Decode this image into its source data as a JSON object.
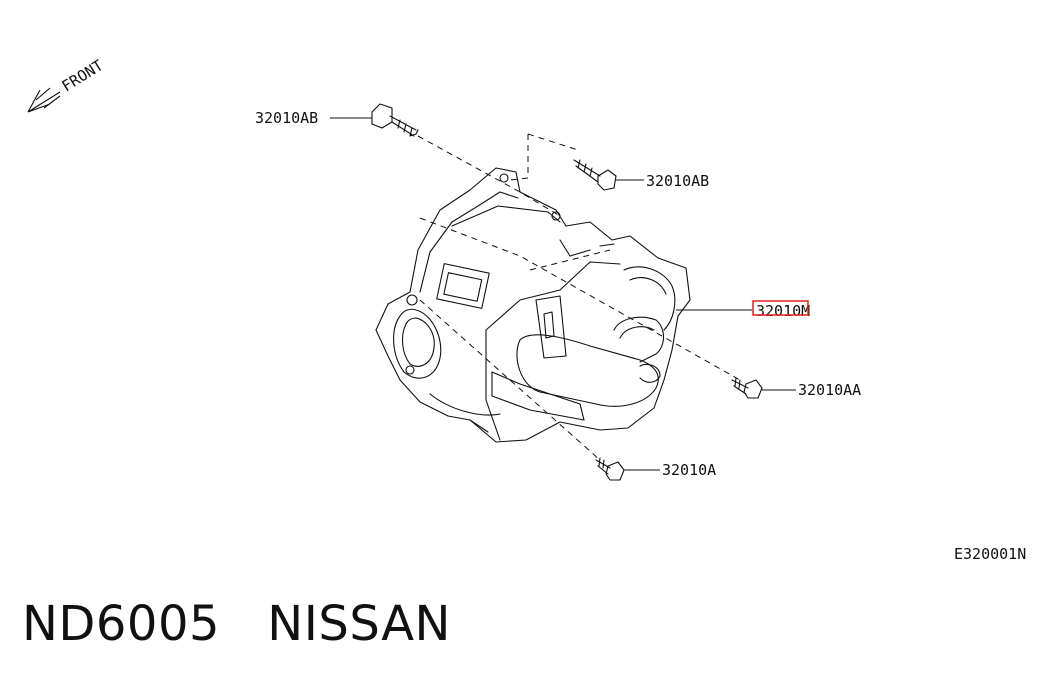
{
  "front_label": "FRONT",
  "callouts": {
    "bolt_top_left": "32010AB",
    "bolt_top_right": "32010AB",
    "case": "32010M",
    "bolt_right": "32010AA",
    "bolt_bottom": "32010A"
  },
  "highlight": {
    "color": "#e0201b",
    "target": "32010M"
  },
  "diagram_code": "E320001N",
  "footer_title": "ND6005   NISSAN"
}
